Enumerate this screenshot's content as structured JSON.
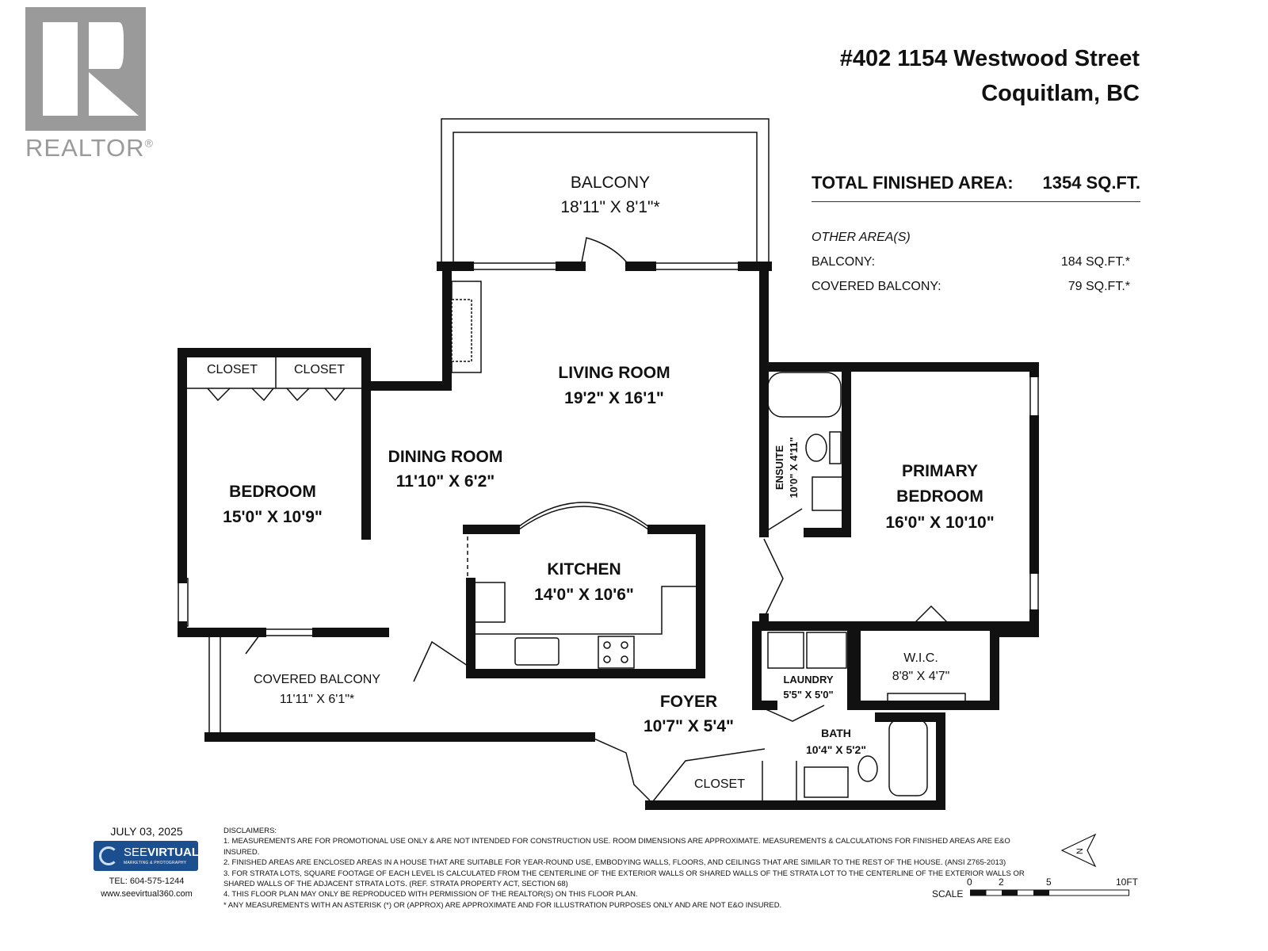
{
  "brand": {
    "realtor_wordmark": "REALTOR",
    "registered": "®"
  },
  "address": {
    "line1": "#402 1154 Westwood Street",
    "line2": "Coquitlam, BC"
  },
  "totals": {
    "label": "TOTAL FINISHED AREA:",
    "value": "1354 SQ.FT."
  },
  "other_areas": {
    "heading": "OTHER AREA(S)",
    "items": [
      {
        "label": "BALCONY:",
        "value": "184 SQ.FT.*"
      },
      {
        "label": "COVERED BALCONY:",
        "value": "79 SQ.FT.*"
      }
    ]
  },
  "rooms": {
    "balcony": {
      "name": "BALCONY",
      "dims": "18'11\" X 8'1\"*"
    },
    "living": {
      "name": "LIVING ROOM",
      "dims": "19'2\" X 16'1\""
    },
    "dining": {
      "name": "DINING ROOM",
      "dims": "11'10\" X 6'2\""
    },
    "kitchen": {
      "name": "KITCHEN",
      "dims": "14'0\" X 10'6\""
    },
    "bedroom": {
      "name": "BEDROOM",
      "dims": "15'0\" X 10'9\""
    },
    "closet1": "CLOSET",
    "closet2": "CLOSET",
    "closet3": "CLOSET",
    "primary": {
      "name1": "PRIMARY",
      "name2": "BEDROOM",
      "dims": "16'0\" X 10'10\""
    },
    "ensuite": {
      "name": "ENSUITE",
      "dims": "10'0\" X 4'11\""
    },
    "wic": {
      "name": "W.I.C.",
      "dims": "8'8\" X 4'7\""
    },
    "laundry": {
      "name": "LAUNDRY",
      "dims": "5'5\" X 5'0\""
    },
    "bath": {
      "name": "BATH",
      "dims": "10'4\" X 5'2\""
    },
    "foyer": {
      "name": "FOYER",
      "dims": "10'7\" X 5'4\""
    },
    "covered_balcony": {
      "name": "COVERED BALCONY",
      "dims": "11'11\" X 6'1\"*"
    }
  },
  "footer": {
    "date": "JULY 03, 2025",
    "company": {
      "name_a": "SEE",
      "name_b": "VIRTUAL",
      "tagline": "MARKETING & PHOTOGRAPHY"
    },
    "tel": "TEL: 604-575-1244",
    "web": "www.seevirtual360.com",
    "disclaimers": [
      "DISCLAIMERS:",
      "1. MEASUREMENTS ARE FOR PROMOTIONAL USE ONLY & ARE NOT INTENDED FOR CONSTRUCTION USE. ROOM DIMENSIONS ARE APPROXIMATE. MEASUREMENTS & CALCULATIONS FOR FINISHED AREAS ARE E&O INSURED.",
      "2. FINISHED AREAS ARE ENCLOSED AREAS IN A HOUSE THAT ARE SUITABLE FOR YEAR-ROUND USE, EMBODYING WALLS, FLOORS, AND CEILINGS THAT ARE SIMILAR TO THE REST OF THE HOUSE. (ANSI Z765-2013)",
      "3. FOR STRATA LOTS, SQUARE FOOTAGE OF EACH LEVEL IS CALCULATED FROM THE CENTERLINE OF THE EXTERIOR WALLS OR SHARED WALLS OF THE STRATA LOT TO THE CENTERLINE OF THE EXTERIOR WALLS OR",
      "SHARED WALLS OF THE ADJACENT STRATA LOTS. (REF. STRATA PROPERTY ACT, SECTION 68)",
      "4. THIS FLOOR PLAN MAY ONLY BE REPRODUCED WITH PERMISSION OF THE REALTOR(S) ON THIS FLOOR PLAN.",
      "* ANY MEASUREMENTS WITH AN ASTERISK (*) OR (APPROX) ARE APPROXIMATE AND FOR ILLUSTRATION PURPOSES ONLY AND ARE NOT E&O INSURED."
    ],
    "north": "N",
    "scale": {
      "label": "SCALE",
      "ticks": [
        "0",
        "2",
        "5",
        "10FT"
      ]
    }
  }
}
